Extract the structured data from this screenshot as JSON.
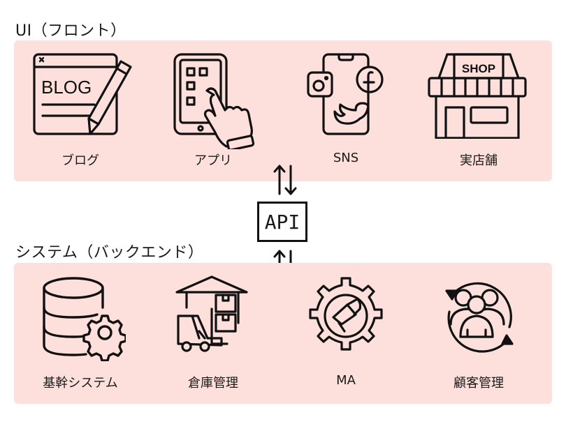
{
  "front": {
    "title": "UI（フロント）",
    "items": [
      {
        "label": "ブログ",
        "icon": "blog-icon",
        "icon_text": "BLOG"
      },
      {
        "label": "アプリ",
        "icon": "app-tablet-icon"
      },
      {
        "label": "SNS",
        "icon": "sns-phone-icon"
      },
      {
        "label": "実店舗",
        "icon": "shop-icon",
        "icon_text": "SHOP"
      }
    ]
  },
  "api": {
    "label": "API"
  },
  "back": {
    "title": "システム（バックエンド）",
    "items": [
      {
        "label": "基幹システム",
        "icon": "database-gear-icon"
      },
      {
        "label": "倉庫管理",
        "icon": "warehouse-forklift-icon"
      },
      {
        "label": "MA",
        "icon": "marketing-gear-icon"
      },
      {
        "label": "顧客管理",
        "icon": "customer-cycle-icon"
      }
    ]
  },
  "colors": {
    "panel_bg": "#fde0dc",
    "stroke": "#111111"
  }
}
